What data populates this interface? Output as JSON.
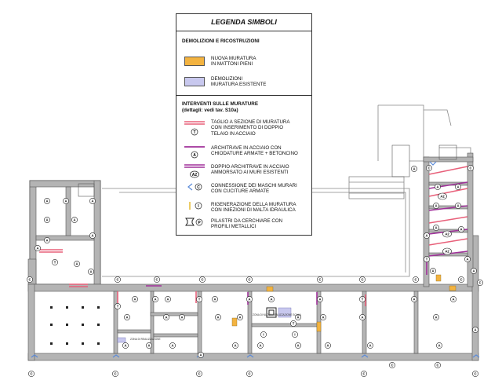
{
  "legend": {
    "title": "LEGENDA SIMBOLI",
    "section1": {
      "title": "DEMOLIZIONI E RICOSTRUZIONI",
      "items": [
        {
          "line1": "NUOVA MURATURA",
          "line2": "IN MATTONI PIENI",
          "color": "#f3b340"
        },
        {
          "line1": "DEMOLIZIONI",
          "line2": "MURATURA ESISTENTE",
          "color": "#c8c8ee"
        }
      ]
    },
    "section2": {
      "title": "INTERVENTI SULLE MURATURE",
      "subtitle": "(dettagli: vedi tav. S10a)",
      "items": [
        {
          "line1": "TAGLIO A SEZIONE DI MURATURA",
          "line2": "CON INSERIMENTO DI DOPPIO",
          "line3": "TELAIO IN ACCIAIO",
          "marker": "T",
          "color": "#e8607a"
        },
        {
          "line1": "ARCHITRAVE IN ACCIAIO CON",
          "line2": "CHIODATURE ARMATE + BETONCINO",
          "marker": "A",
          "color": "#a0309a"
        },
        {
          "line1": "DOPPIO ARCHITRAVE IN ACCIAIO",
          "line2": "AMMORSATO AI MURI ESISTENTI",
          "marker": "A2",
          "color": "#a0309a"
        },
        {
          "line1": "CONNESSIONE DEI MASCHI MURARI",
          "line2": "CON CUCITURE ARMATE",
          "marker": "C",
          "color": "#5a8ad8"
        },
        {
          "line1": "RIGENERAZIONE DELLA MURATURA",
          "line2": "CON INIEZIONI DI MALTA IDRAULICA",
          "marker": "I",
          "color": "#e8c040"
        },
        {
          "line1": "PILASTRI DA CERCHIARE CON",
          "line2": "PROFILI METALLICI",
          "marker": "P",
          "color": "#222222"
        }
      ]
    }
  },
  "plan_notes": {
    "note_left": "ZONA DI REALIZZAZIONE",
    "note_center": "ZONA DI NUOVA REALIZZAZIONE SCALA"
  },
  "markers": {
    "a": "A",
    "t": "T",
    "c": "C",
    "i": "I",
    "a2": "A2",
    "p": "P"
  },
  "colors": {
    "wall": "#b4b4b4",
    "wall_stroke": "#555555",
    "new_masonry": "#f3b340",
    "demolition": "#c8c8ee",
    "cut": "#e8607a",
    "lintel": "#a0309a",
    "connection": "#5a8ad8"
  }
}
